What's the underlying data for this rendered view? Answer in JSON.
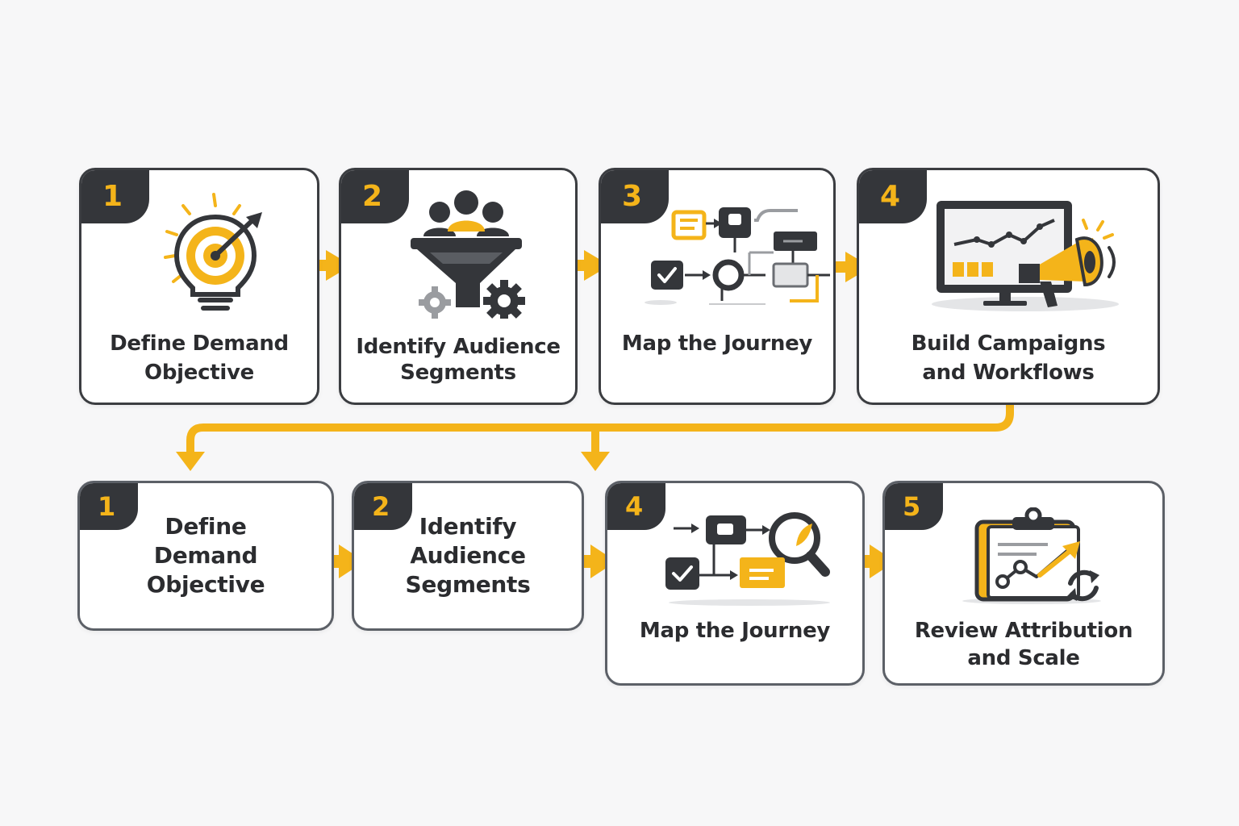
{
  "colors": {
    "accent": "#f4b41a",
    "dark": "#34363a",
    "border": "#3b3d41",
    "background": "#f7f7f8"
  },
  "top_row": [
    {
      "number": "1",
      "line1": "Define Demand",
      "line2": "Objective",
      "icon": "lightbulb-target-icon"
    },
    {
      "number": "2",
      "line1": "Identify Audience",
      "line2": "Segments",
      "icon": "audience-funnel-icon"
    },
    {
      "number": "3",
      "line1": "Map the Journey",
      "line2": "",
      "icon": "journey-flow-icon"
    },
    {
      "number": "4",
      "line1": "Build Campaigns",
      "line2": "and Workflows",
      "icon": "monitor-megaphone-icon"
    }
  ],
  "bottom_row": [
    {
      "number": "1",
      "line1": "Define",
      "line2": "Demand",
      "line3": "Objective"
    },
    {
      "number": "2",
      "line1": "Identify",
      "line2": "Audience",
      "line3": "Segments"
    },
    {
      "number": "4",
      "line1": "Map the Journey",
      "icon": "journey-search-icon"
    },
    {
      "number": "5",
      "line1": "Review Attribution",
      "line2": "and Scale",
      "icon": "clipboard-chart-icon"
    }
  ]
}
